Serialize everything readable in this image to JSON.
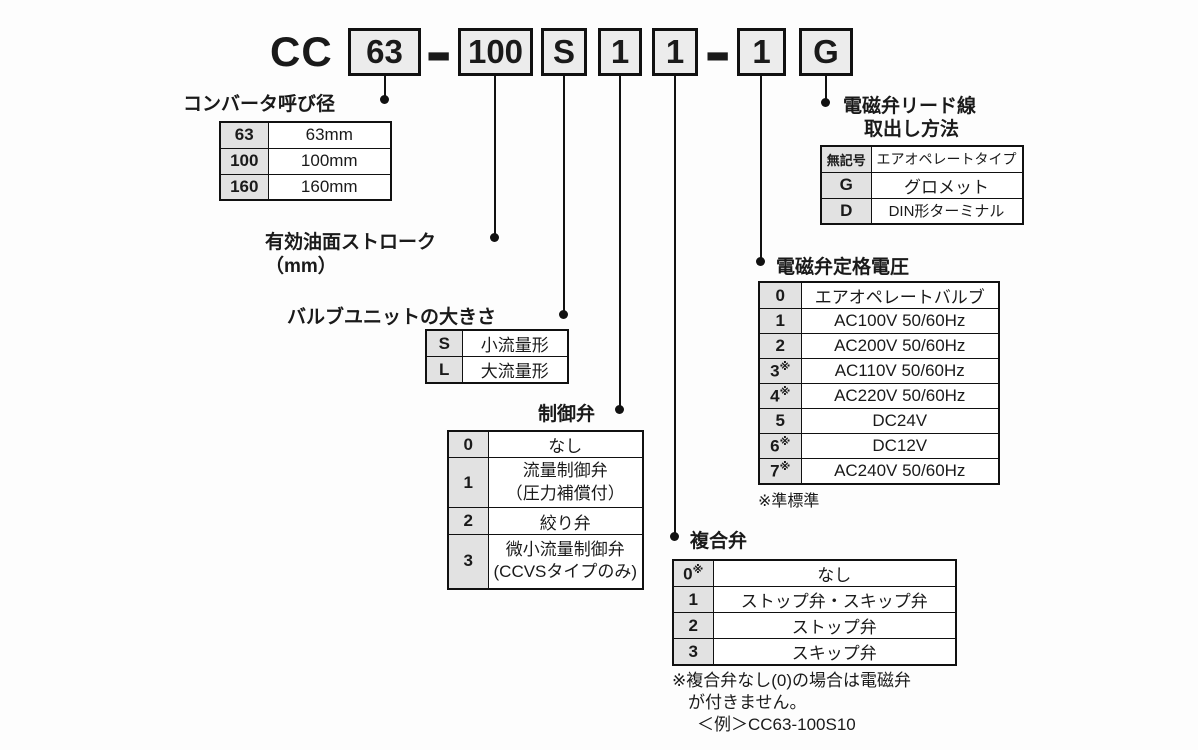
{
  "model_code": {
    "prefix": "CC",
    "segments": [
      "63",
      "100",
      "S",
      "1",
      "1",
      "1",
      "G"
    ],
    "separator": "-"
  },
  "sections": {
    "converter": {
      "title": "コンバータ呼び径",
      "rows": [
        {
          "code": "63",
          "desc": "63mm"
        },
        {
          "code": "100",
          "desc": "100mm"
        },
        {
          "code": "160",
          "desc": "160mm"
        }
      ]
    },
    "stroke": {
      "title": "有効油面ストローク",
      "unit": "（mm）"
    },
    "valve_unit": {
      "title": "バルブユニットの大きさ",
      "rows": [
        {
          "code": "S",
          "desc": "小流量形"
        },
        {
          "code": "L",
          "desc": "大流量形"
        }
      ]
    },
    "control_valve": {
      "title": "制御弁",
      "rows": [
        {
          "code": "0",
          "desc": "なし"
        },
        {
          "code": "1",
          "desc_line1": "流量制御弁",
          "desc_line2": "（圧力補償付）"
        },
        {
          "code": "2",
          "desc": "絞り弁"
        },
        {
          "code": "3",
          "desc_line1": "微小流量制御弁",
          "desc_line2": "(CCVSタイプのみ)"
        }
      ]
    },
    "composite_valve": {
      "title": "複合弁",
      "rows": [
        {
          "code": "0",
          "mark": "※",
          "desc": "なし"
        },
        {
          "code": "1",
          "desc": "ストップ弁・スキップ弁"
        },
        {
          "code": "2",
          "desc": "ストップ弁"
        },
        {
          "code": "3",
          "desc": "スキップ弁"
        }
      ],
      "note_line1": "※複合弁なし(0)の場合は電磁弁",
      "note_line2": "が付きません。",
      "example": "＜例＞CC63-100S10"
    },
    "voltage": {
      "title": "電磁弁定格電圧",
      "rows": [
        {
          "code": "0",
          "desc": "エアオペレートバルブ"
        },
        {
          "code": "1",
          "desc": "AC100V 50/60Hz"
        },
        {
          "code": "2",
          "desc": "AC200V 50/60Hz"
        },
        {
          "code": "3",
          "mark": "※",
          "desc": "AC110V 50/60Hz"
        },
        {
          "code": "4",
          "mark": "※",
          "desc": "AC220V 50/60Hz"
        },
        {
          "code": "5",
          "desc": "DC24V"
        },
        {
          "code": "6",
          "mark": "※",
          "desc": "DC12V"
        },
        {
          "code": "7",
          "mark": "※",
          "desc": "AC240V 50/60Hz"
        }
      ],
      "note": "※準標準"
    },
    "lead_wire": {
      "title_line1": "電磁弁リード線",
      "title_line2": "取出し方法",
      "rows": [
        {
          "code": "無記号",
          "desc": "エアオペレートタイプ"
        },
        {
          "code": "G",
          "desc": "グロメット"
        },
        {
          "code": "D",
          "desc": "DIN形ターミナル"
        }
      ]
    }
  },
  "colors": {
    "line": "#111111",
    "segment_box_bg": "#ececec",
    "code_cell_bg": "#e2e2e2",
    "background": "#fdfdfd"
  }
}
